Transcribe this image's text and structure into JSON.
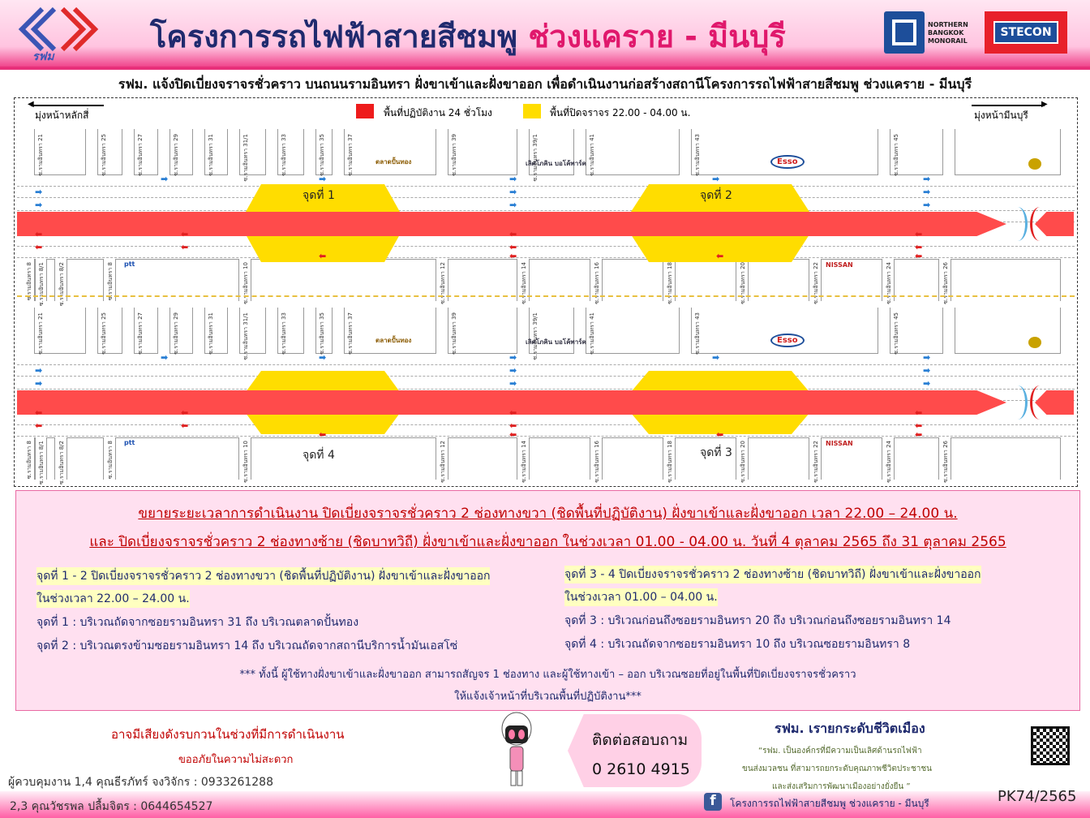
{
  "header": {
    "logo_text": "รฟม",
    "title_main": "โครงการรถไฟฟ้าสายสีชมพู",
    "title_accent": "ช่วงแคราย - มีนบุรี",
    "partner1_lines": [
      "NORTHERN",
      "BANGKOK",
      "MONORAIL"
    ],
    "partner2": "STECON"
  },
  "subtitle": "รฟม. แจ้งปิดเบี่ยงจราจรชั่วคราว บนถนนรามอินทรา ฝั่งขาเข้าและฝั่งขาออก เพื่อดำเนินงานก่อสร้างสถานีโครงการรถไฟฟ้าสายสีชมพู ช่วงแคราย - มีนบุรี",
  "diagram": {
    "dir_left": "มุ่งหน้าหลักสี่",
    "dir_right": "มุ่งหน้ามีนบุรี",
    "legend": [
      {
        "label": "พื้นที่ปฏิบัติงาน 24 ชั่วโมง",
        "color": "#ee1c1c"
      },
      {
        "label": "พื้นที่ปิดจราจร 22.00 - 04.00 น.",
        "color": "#ffdd00"
      }
    ],
    "top_soi": [
      "ซ.รามอินทรา 21",
      "ซ.รามอินทรา 25",
      "ซ.รามอินทรา 27",
      "ซ.รามอินทรา 29",
      "ซ.รามอินทรา 31",
      "ซ.รามอินทรา 31/1",
      "ซ.รามอินทรา 33",
      "ซ.รามอินทรา 35",
      "ซ.รามอินทรา 37",
      "ซ.รามอินทรา 39",
      "ซ.รามอินทรา 39/1",
      "ซ.รามอินทรา 41",
      "ซ.รามอินทรา 43",
      "ซ.รามอินทรา 45"
    ],
    "bottom_soi": [
      "ซ.รามอินทรา 8",
      "ซ.รามอินทรา 8/1",
      "ซ.รามอินทรา 8/2",
      "ซ.รามอินทรา 8",
      "ซ.รามอินทรา 10",
      "ซ.รามอินทรา 12",
      "ซ.รามอินทรา 14",
      "ซ.รามอินทรา 16",
      "ซ.รามอินทรา 18",
      "ซ.รามอินทรา 20",
      "ซ.รามอินทรา 22",
      "ซ.รามอินทรา 24",
      "ซ.รามอินทรา 26"
    ],
    "landmarks": {
      "market": "ตลาดปั้นทอง",
      "mall": "เลิศโภคิน บอโค้พาร์ค",
      "esso": "Esso",
      "ptt": "ptt",
      "nissan": "NISSAN"
    },
    "panels": [
      {
        "left_point": "จุดที่ 1",
        "right_point": "จุดที่ 2"
      },
      {
        "left_point": "จุดที่ 4",
        "right_point": "จุดที่ 3"
      }
    ]
  },
  "info": {
    "headline1": "ขยายระยะเวลาการดำเนินงาน ปิดเบี่ยงจราจรชั่วคราว 2 ช่องทางขวา (ชิดพื้นที่ปฏิบัติงาน) ฝั่งขาเข้าและฝั่งขาออก เวลา 22.00 – 24.00 น.",
    "headline2": "และ ปิดเบี่ยงจราจรชั่วคราว 2 ช่องทางซ้าย (ชิดบาทวิถี) ฝั่งขาเข้าและฝั่งขาออก ในช่วงเวลา 01.00 - 04.00 น. วันที่ 4 ตุลาคม 2565 ถึง 31 ตุลาคม 2565",
    "left": [
      "จุดที่ 1 - 2 ปิดเบี่ยงจราจรชั่วคราว 2 ช่องทางขวา (ชิดพื้นที่ปฏิบัติงาน) ฝั่งขาเข้าและฝั่งขาออก",
      "ในช่วงเวลา 22.00 – 24.00 น.",
      "จุดที่ 1 : บริเวณถัดจากซอยรามอินทรา 31 ถึง บริเวณตลาดปั้นทอง",
      "จุดที่ 2 : บริเวณตรงข้ามซอยรามอินทรา 14 ถึง บริเวณถัดจากสถานีบริการน้ำมันเอสโซ่"
    ],
    "right": [
      "จุดที่ 3 - 4 ปิดเบี่ยงจราจรชั่วคราว 2 ช่องทางซ้าย (ชิดบาทวิถี) ฝั่งขาเข้าและฝั่งขาออก",
      "ในช่วงเวลา 01.00 – 04.00 น.",
      "จุดที่ 3 : บริเวณก่อนถึงซอยรามอินทรา 20 ถึง บริเวณก่อนถึงซอยรามอินทรา 14",
      "จุดที่ 4 : บริเวณถัดจากซอยรามอินทรา 10 ถึง บริเวณซอยรามอินทรา 8"
    ],
    "note1": "*** ทั้งนี้ ผู้ใช้ทางฝั่งขาเข้าและฝั่งขาออก สามารถสัญจร 1 ช่องทาง และผู้ใช้ทางเข้า – ออก บริเวณซอยที่อยู่ในพื้นที่ปิดเบี่ยงจราจรชั่วคราว",
    "note2": "ให้แจ้งเจ้าหน้าที่บริเวณพื้นที่ปฏิบัติงาน***"
  },
  "bottom": {
    "apology1": "อาจมีเสียงดังรบกวนในช่วงที่มีการดำเนินงาน",
    "apology2": "ขออภัยในความไม่สะดวก",
    "contact1": "ผู้ควบคุมงาน 1,4 คุณธีรภัทร์ จงวิจักร : 0933261288",
    "contact2": "2,3 คุณวัชรพล ปลื้มจิตร : 0644654527",
    "inquiry_label": "ติดต่อสอบถาม",
    "inquiry_phone": "0 2610 4915",
    "slogan_title": "รฟม. เรายกระดับชีวิตเมือง",
    "slogan_lines": [
      "“รฟม. เป็นองค์กรที่มีความเป็นเลิศด้านรถไฟฟ้า",
      "ขนส่งมวลชน ที่สามารถยกระดับคุณภาพชีวิตประชาชน",
      "และส่งเสริมการพัฒนาเมืองอย่างยั่งยืน ”"
    ],
    "facebook": "โครงการรถไฟฟ้าสายสีชมพู ช่วงแคราย - มีนบุรี",
    "doc_no": "PK74/2565"
  }
}
